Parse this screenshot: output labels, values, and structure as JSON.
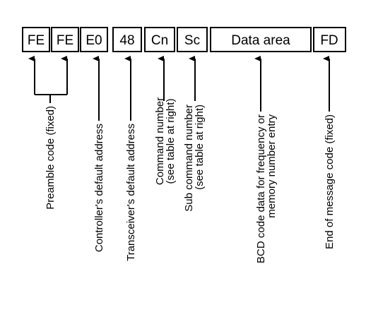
{
  "frame_fields": [
    "FE",
    "FE",
    "E0",
    "48",
    "Cn",
    "Sc",
    "Data area",
    "FD"
  ],
  "labels": {
    "preamble": "Preamble code (fixed)",
    "controller": "Controller's default address",
    "transceiver": "Transceiver's default address",
    "command_line1": "Command number",
    "command_line2": "(see table at right)",
    "subcommand_line1": "Sub command number",
    "subcommand_line2": "(see table at right)",
    "bcd_line1": "BCD code data for frequency or",
    "bcd_line2": "memory number entry",
    "end": "End of message code (fixed)"
  }
}
